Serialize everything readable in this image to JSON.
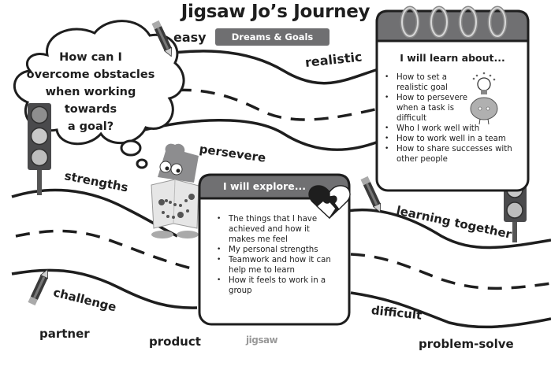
{
  "page": {
    "title": "Jigsaw Jo’s Journey",
    "theme_badge": "Dreams & Goals",
    "logo_text": "jigsaw"
  },
  "thought_cloud": {
    "lines": [
      "How can I",
      "overcome obstacles",
      "when working",
      "towards",
      "a goal?"
    ]
  },
  "road_words": {
    "easy": "easy",
    "realistic": "realistic",
    "persevere": "persevere",
    "strengths": "strengths",
    "learning_together": "learning together",
    "challenge": "challenge",
    "difficult": "difficult",
    "partner": "partner",
    "product": "product",
    "problem_solve": "problem-solve"
  },
  "learn_card": {
    "heading": "I will learn about...",
    "items": [
      "How to set a realistic goal",
      "How to persevere when a task is difficult",
      "Who I work well with",
      "How to work well in a team",
      "How to share successes with other people"
    ]
  },
  "explore_card": {
    "heading": "I will explore...",
    "items": [
      "The things that I have achieved and how it makes me feel",
      "My personal strengths",
      "Teamwork and how it can help me to learn",
      "How it feels to work in a group"
    ]
  },
  "colors": {
    "ink": "#1e1e1e",
    "badge_gray": "#6f6f71",
    "card_header_gray": "#707072",
    "traffic_light_body": "#4a4a4c",
    "lamp_gray": "#bdbdbd"
  }
}
